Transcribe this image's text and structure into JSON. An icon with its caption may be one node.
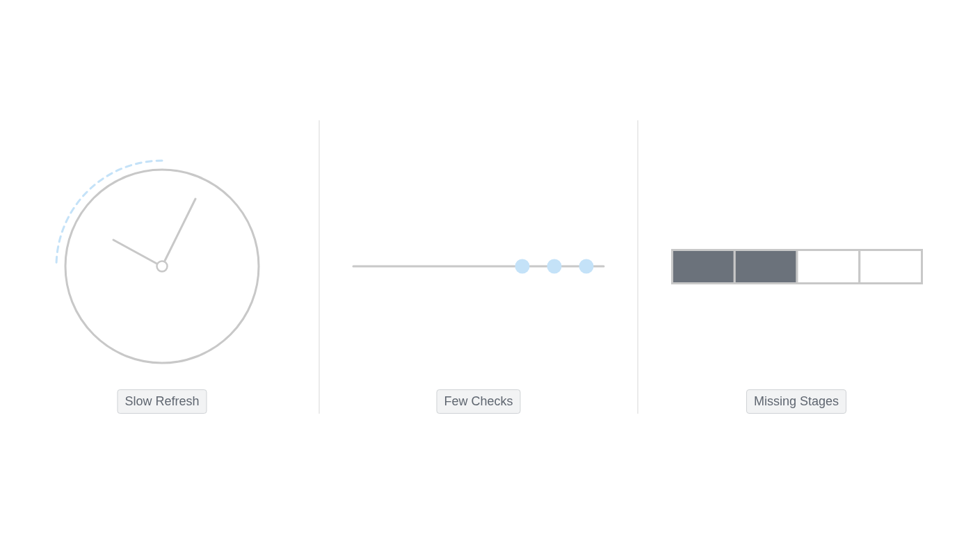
{
  "diagram": {
    "nodes": [
      {
        "text": [
          "Slow Refresh"
        ]
      },
      {
        "text": [
          "Few Checks"
        ]
      },
      {
        "text": [
          "Missing Stages"
        ]
      }
    ]
  }
}
